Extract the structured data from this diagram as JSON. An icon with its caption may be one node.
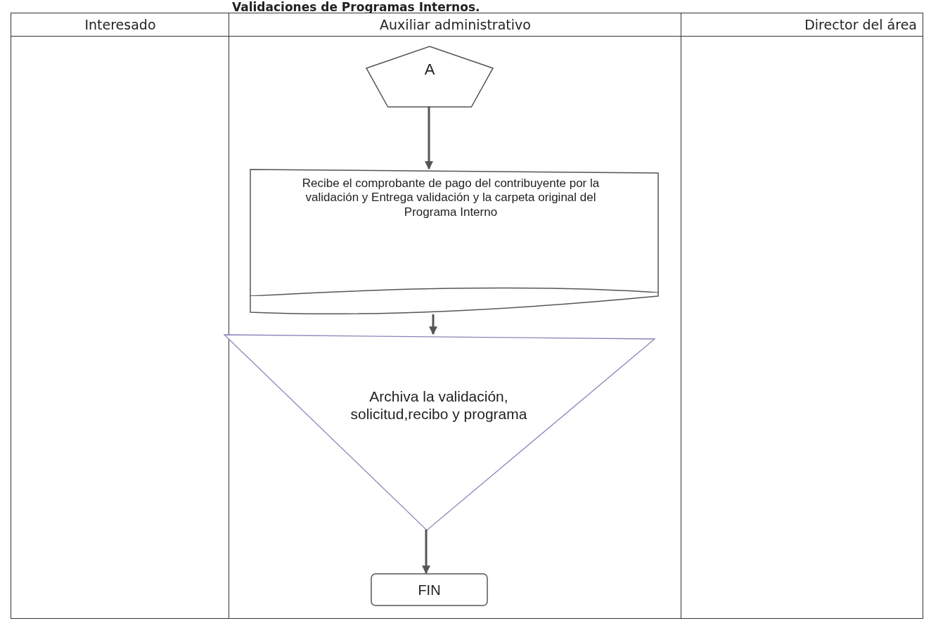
{
  "diagram": {
    "title": "Validaciones de Programas Internos.",
    "nodes": [
      {
        "text": [
          "Interesado"
        ]
      },
      {
        "text": [
          "Auxiliar administrativo"
        ]
      },
      {
        "text": [
          "Director del área"
        ]
      },
      {
        "text": [
          "A"
        ],
        "in": 1
      },
      {
        "text": [
          "Recibe el comprobante de pago del contribuyente por la validación y Entrega validación y la carpeta original del Programa Interno"
        ],
        "in": 1
      },
      {
        "text": [
          "Archiva la validación, solicitud,recibo y programa"
        ],
        "in": 1
      },
      {
        "text": [
          "FIN"
        ],
        "in": 1
      }
    ],
    "edges": [
      {
        "from": 3,
        "to": 4,
        "arrow": "to"
      },
      {
        "from": 4,
        "to": 5,
        "arrow": "to"
      },
      {
        "from": 5,
        "to": 6,
        "arrow": "to"
      }
    ]
  }
}
